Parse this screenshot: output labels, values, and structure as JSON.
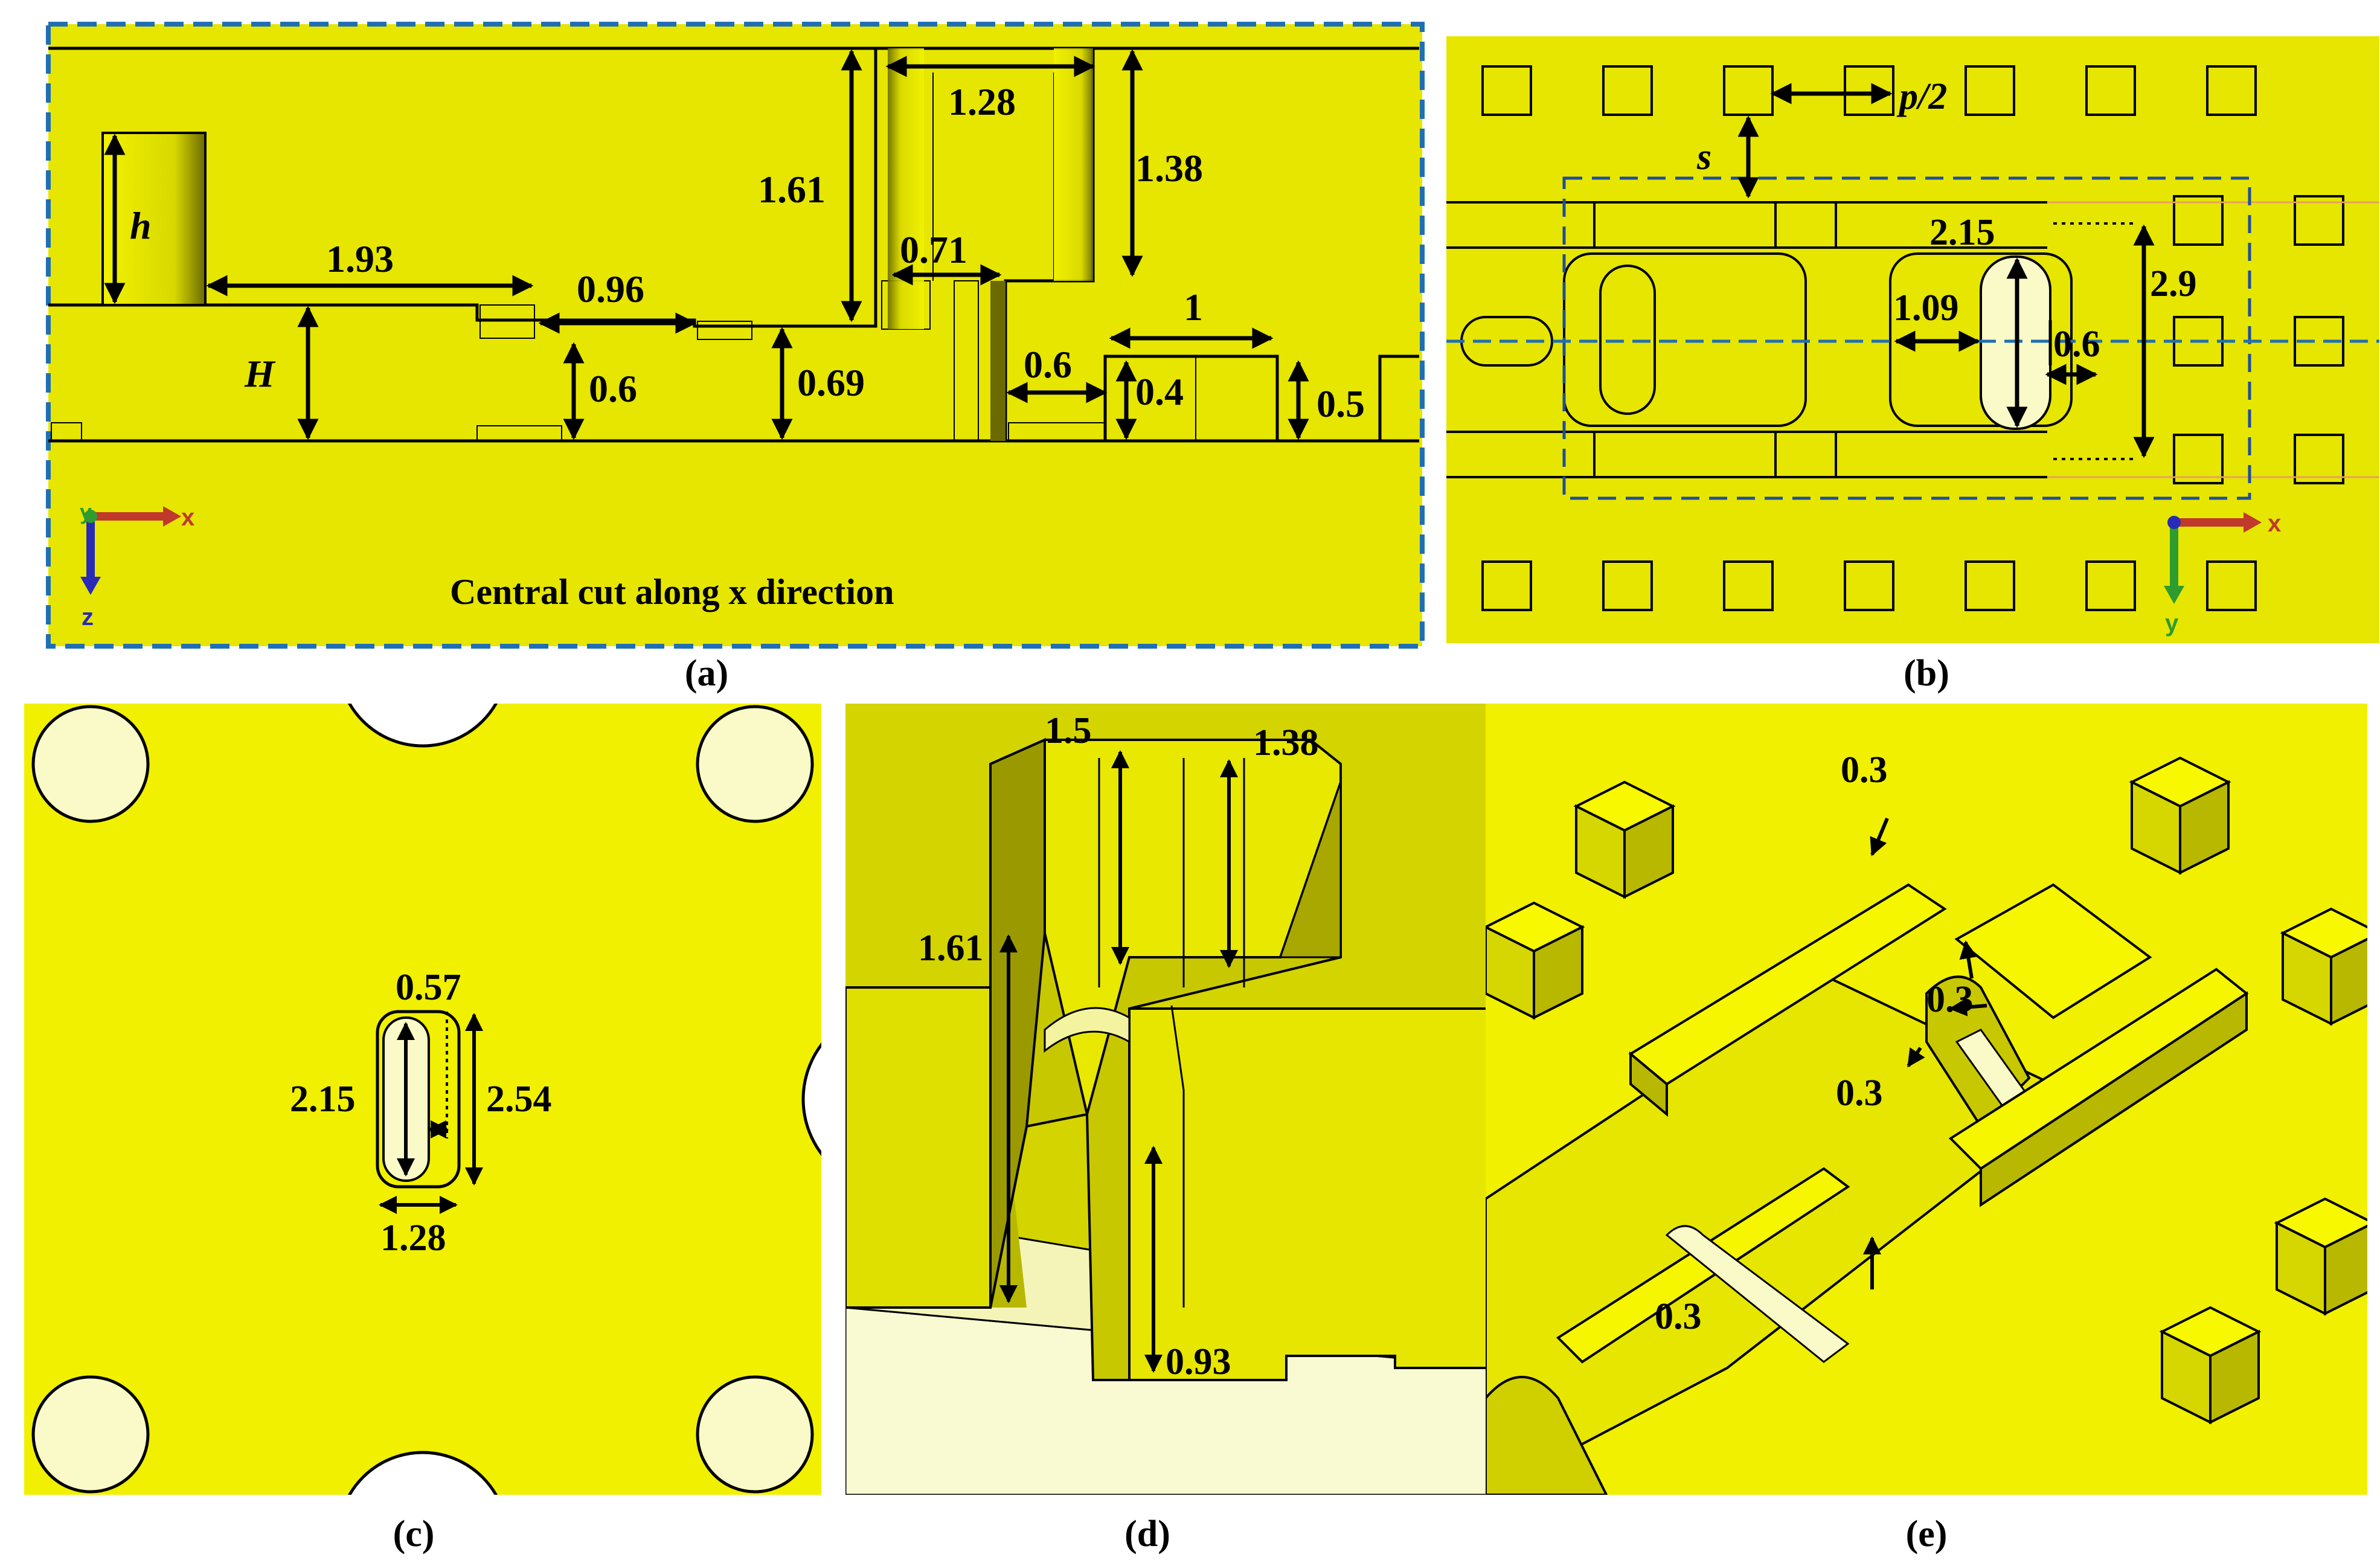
{
  "colors": {
    "yellow": "#e6e600",
    "yellow_light": "#f0f000",
    "yellow_dark": "#b8b800",
    "hole": "#fafac8",
    "frame_blue": "#1f6fb5",
    "axis_x": "#c0392b",
    "axis_y": "#2e9c2e",
    "axis_z": "#2a2ab8"
  },
  "panels": {
    "a": {
      "caption": "(a)",
      "title": "Central cut along x direction",
      "labels": {
        "h": "h",
        "H": "H",
        "d193": "1.93",
        "d096": "0.96",
        "d06a": "0.6",
        "d069": "0.69",
        "d161": "1.61",
        "d128": "1.28",
        "d138": "1.38",
        "d071": "0.71",
        "d06b": "0.6",
        "d04": "0.4",
        "d1": "1",
        "d05": "0.5"
      },
      "axes": {
        "x": "x",
        "y": "y",
        "z": "z"
      }
    },
    "b": {
      "caption": "(b)",
      "labels": {
        "p2": "p/2",
        "s": "s",
        "d215": "2.15",
        "d29": "2.9",
        "d109": "1.09",
        "d06": "0.6"
      },
      "axes": {
        "x": "x",
        "y": "y"
      }
    },
    "c": {
      "caption": "(c)",
      "labels": {
        "d057": "0.57",
        "d215": "2.15",
        "d254": "2.54",
        "d128": "1.28"
      }
    },
    "d": {
      "caption": "(d)",
      "labels": {
        "d15": "1.5",
        "d138": "1.38",
        "d161": "1.61",
        "d093": "0.93"
      }
    },
    "e": {
      "caption": "(e)",
      "labels": {
        "t1": "0.3",
        "t2": "0.3",
        "t3": "0.3",
        "t4": "0.3"
      }
    }
  }
}
